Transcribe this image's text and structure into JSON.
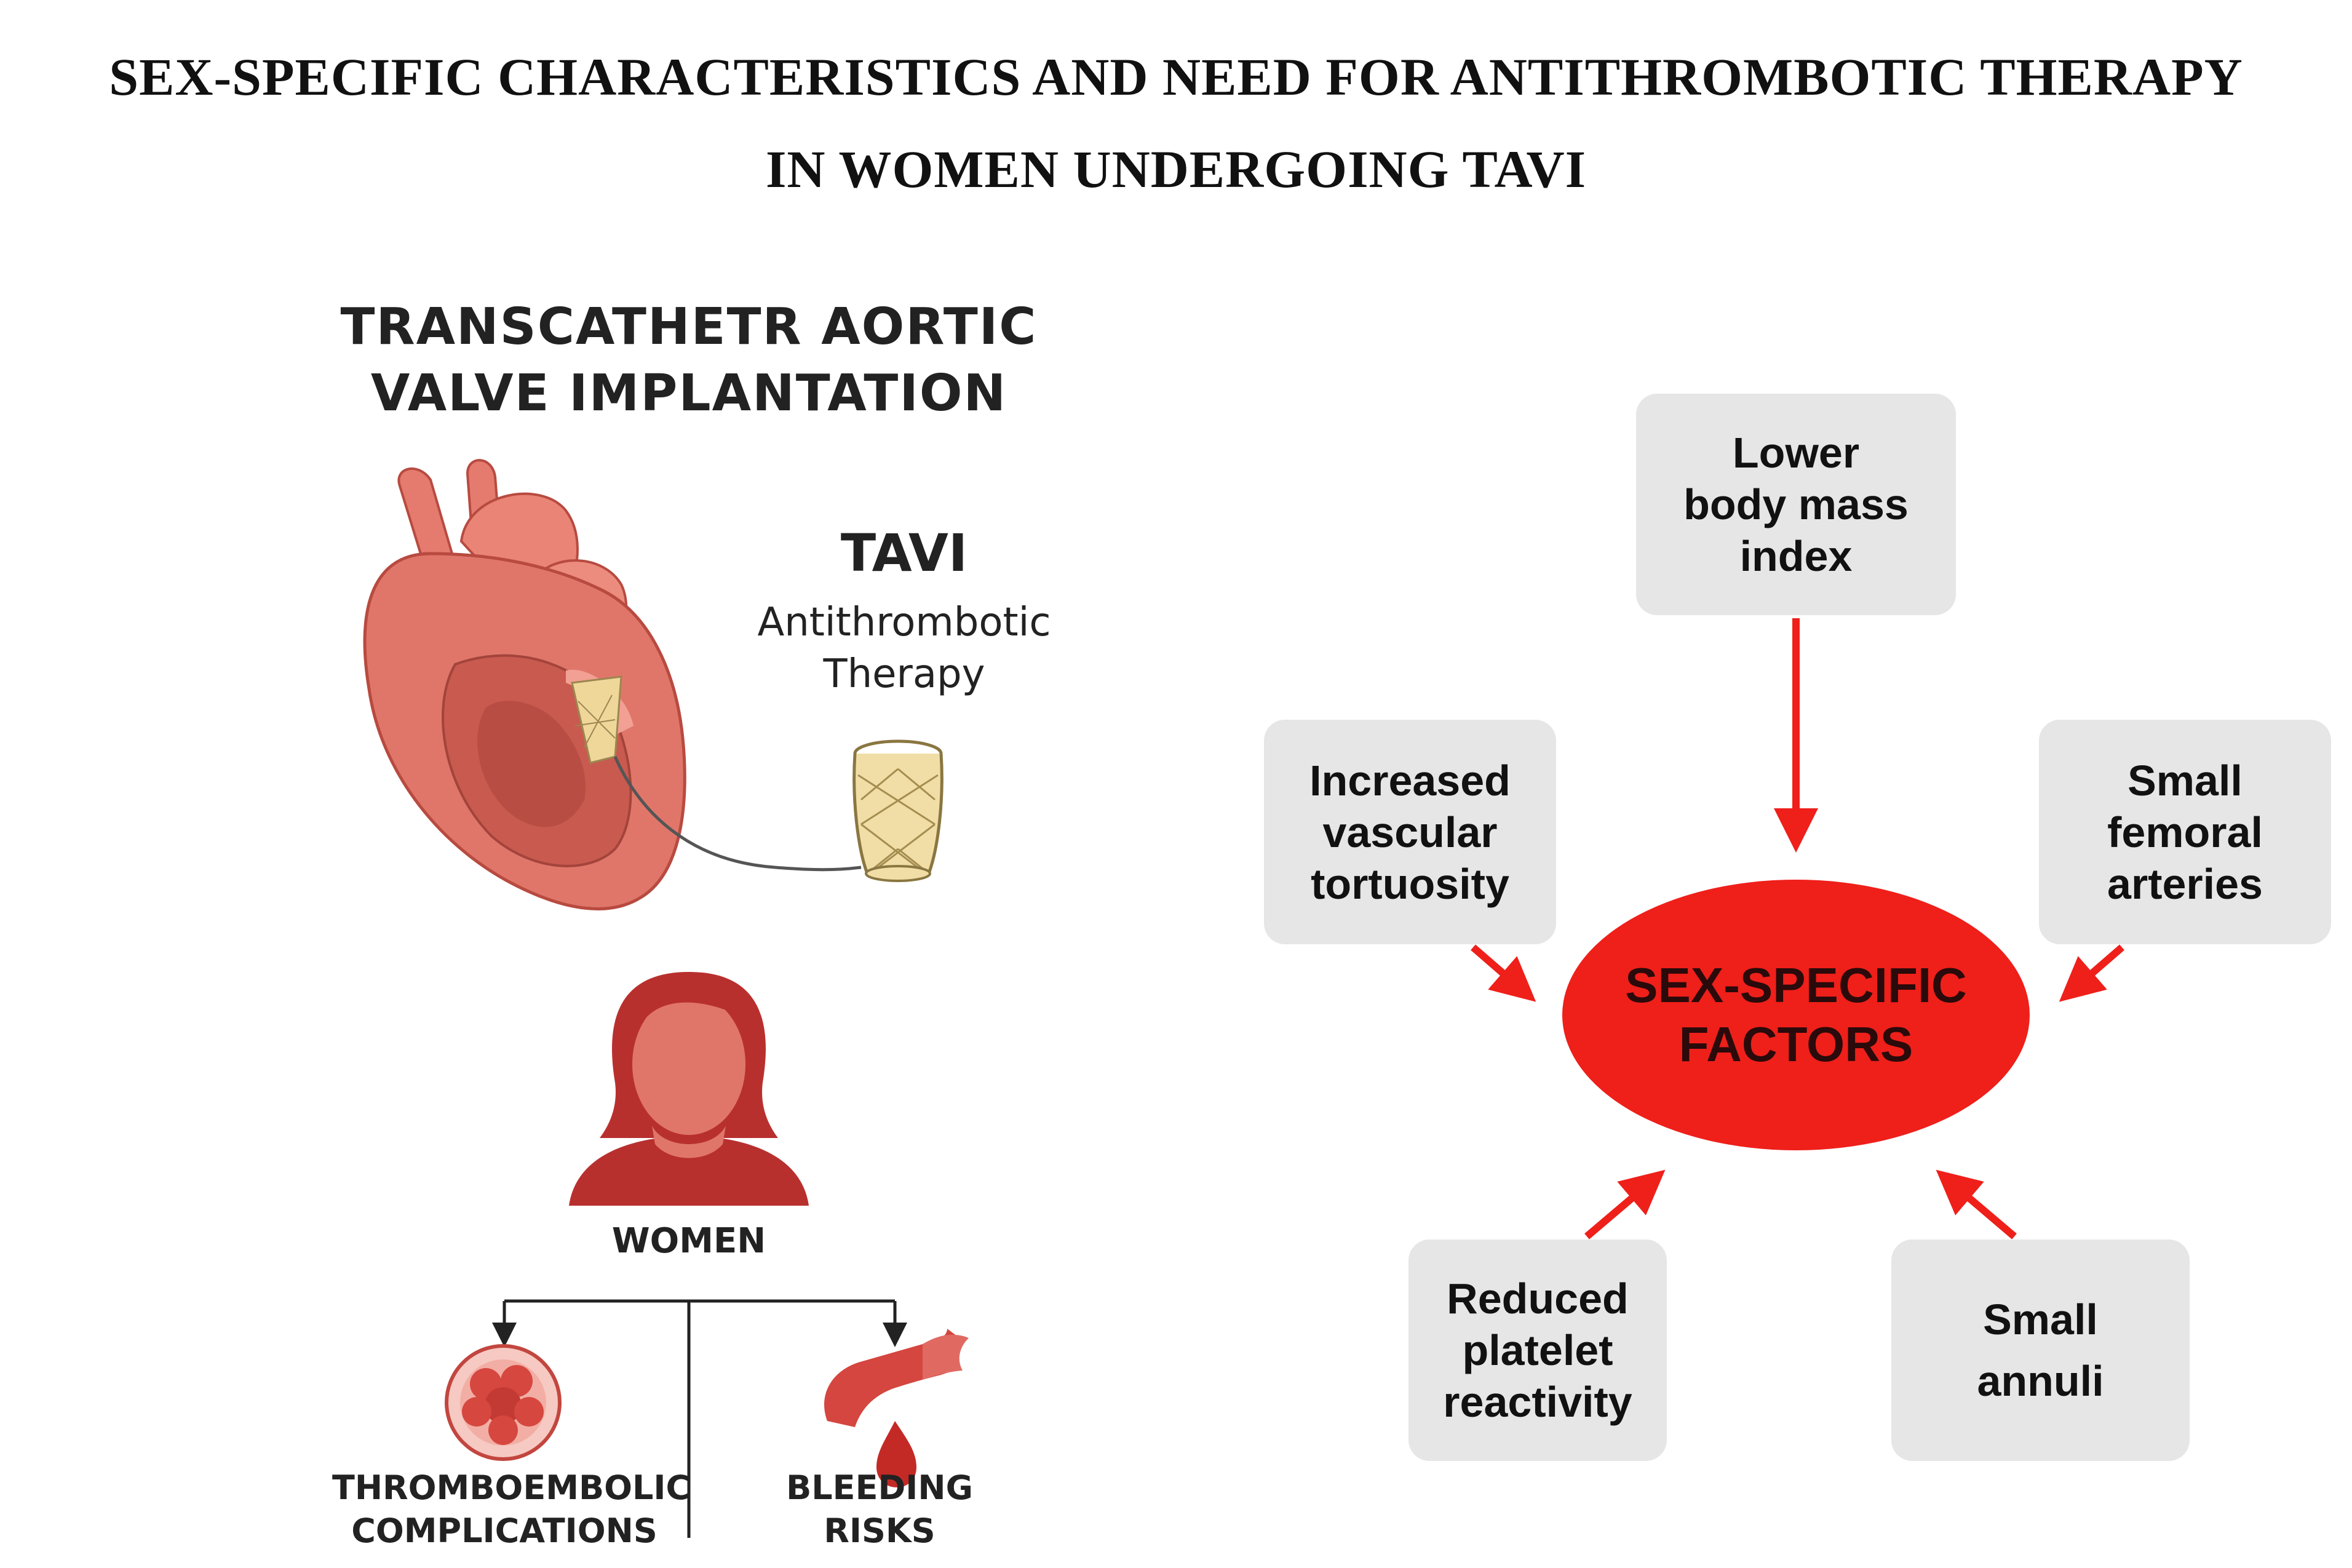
{
  "title": {
    "line1": "SEX-SPECIFIC CHARACTERISTICS AND NEED FOR ANTITHROMBOTIC THERAPY",
    "line2": "IN WOMEN UNDERGOING TAVI"
  },
  "left_panel": {
    "heading_line1": "TRANSCATHETR AORTIC",
    "heading_line2": "VALVE IMPLANTATION",
    "tavi_label": "TAVI",
    "therapy_line1": "Antithrombotic",
    "therapy_line2": "Therapy",
    "women_label": "WOMEN",
    "thrombo_line1": "THROMBOEMBOLIC",
    "thrombo_line2": "COMPLICATIONS",
    "bleeding_line1": "BLEEDING",
    "bleeding_line2": "RISKS"
  },
  "right_panel": {
    "center_line1": "SEX-SPECIFIC",
    "center_line2": "FACTORS",
    "factors": {
      "top": [
        "Lower",
        "body mass",
        "index"
      ],
      "left": [
        "Increased",
        "vascular",
        "tortuosity"
      ],
      "right": [
        "Small",
        "femoral",
        "arteries"
      ],
      "bottom_left": [
        "Reduced",
        "platelet",
        "reactivity"
      ],
      "bottom_right": [
        "Small",
        "annuli"
      ]
    }
  },
  "colors": {
    "accent_red": "#ef1f1a",
    "heart_red": "#e0766a",
    "woman_red": "#b8302e",
    "box_gray": "#e6e6e6"
  },
  "icons": [
    "heart-icon",
    "valve-icon",
    "woman-icon",
    "blood-clot-icon",
    "bleeding-vessel-icon"
  ]
}
